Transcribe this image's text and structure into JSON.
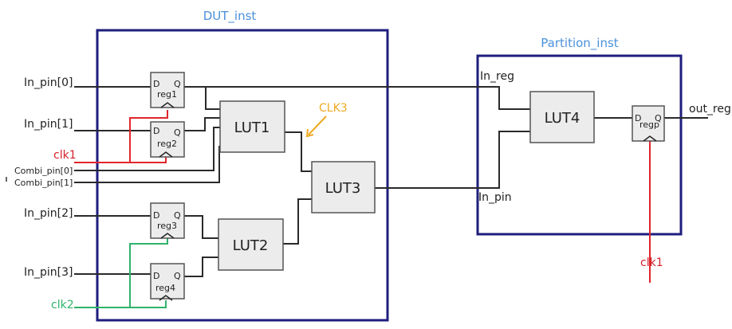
{
  "instances": {
    "dut": {
      "title": "DUT_inst"
    },
    "partition": {
      "title": "Partition_inst"
    }
  },
  "inputs": {
    "in_pin0": "In_pin[0]",
    "in_pin1": "In_pin[1]",
    "clk1": "clk1",
    "combi_pin0": "Combi_pin[0]",
    "combi_pin1": "Combi_pin[1]",
    "in_pin2": "In_pin[2]",
    "in_pin3": "In_pin[3]",
    "clk2": "clk2"
  },
  "registers": [
    {
      "name": "reg1",
      "d": "D",
      "q": "Q"
    },
    {
      "name": "reg2",
      "d": "D",
      "q": "Q"
    },
    {
      "name": "reg3",
      "d": "D",
      "q": "Q"
    },
    {
      "name": "reg4",
      "d": "D",
      "q": "Q"
    },
    {
      "name": "regp",
      "d": "D",
      "q": "Q"
    }
  ],
  "luts": [
    "LUT1",
    "LUT2",
    "LUT3",
    "LUT4"
  ],
  "annotations": {
    "clk3": "CLK3"
  },
  "partition_ports": {
    "in_reg": "In_reg",
    "in_pin": "In_pin",
    "out_reg": "out_reg",
    "clk1": "clk1"
  },
  "colors": {
    "clk1": "#e0262c",
    "clk2": "#2fb36a",
    "clk3": "#eeaa22",
    "instance_border": "#1e1e7e",
    "instance_title": "#4a90d9"
  }
}
